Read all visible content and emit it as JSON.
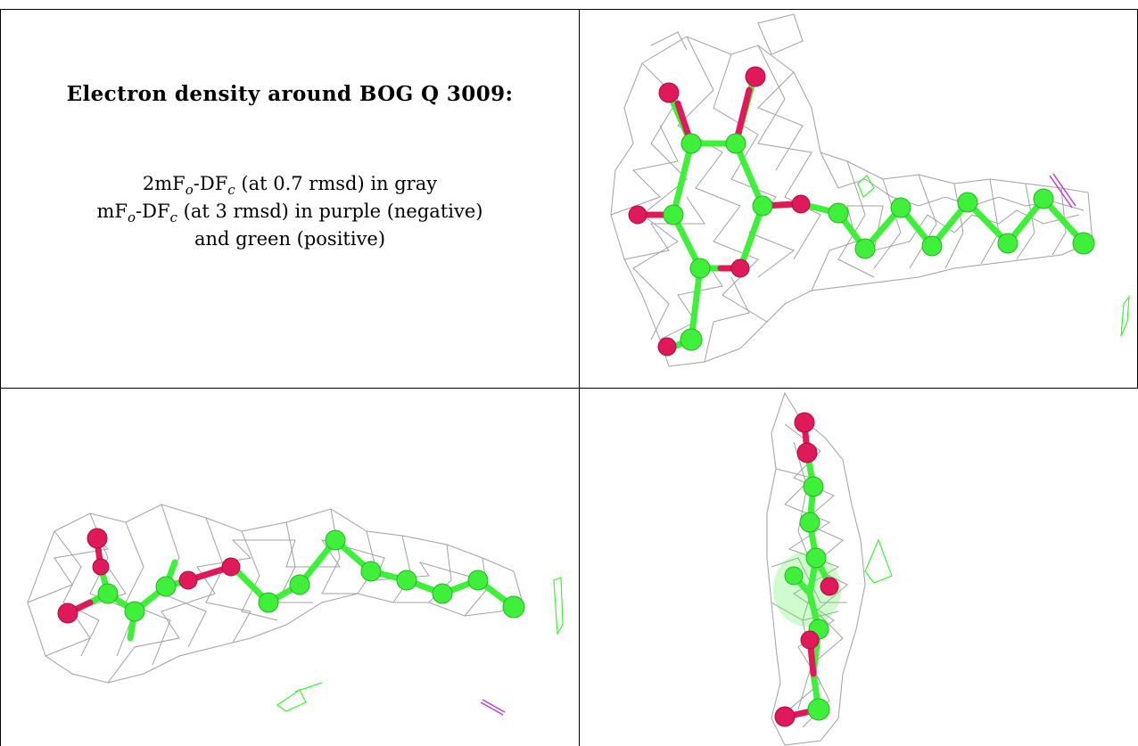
{
  "caption": {
    "title": "Electron density around BOG Q 3009:",
    "line1": {
      "a": "2mF",
      "sub1": "o",
      "b": "-DF",
      "sub2": "c",
      "rest": " (at 0.7 rmsd) in gray"
    },
    "line2": {
      "a": "mF",
      "sub1": "o",
      "b": "-DF",
      "sub2": "c",
      "rest": " (at 3 rmsd) in purple (negative)"
    },
    "line3": "and green (positive)"
  },
  "colors": {
    "density_mesh": "#9a9a9a",
    "carbon": "#3ef03a",
    "oxygen": "#e0195a",
    "negative_density": "#c040c0",
    "positive_density": "#3ef03a"
  },
  "panels": [
    {
      "name": "view-top-right",
      "description_icon": "molecule-render"
    },
    {
      "name": "view-bottom-left",
      "description_icon": "molecule-render"
    },
    {
      "name": "view-bottom-right",
      "description_icon": "molecule-render"
    }
  ]
}
